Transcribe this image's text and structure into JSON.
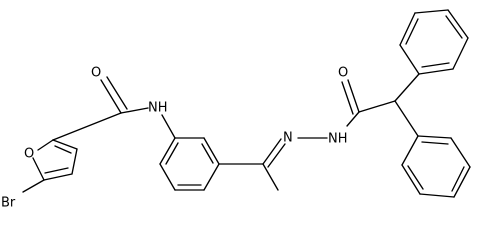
{
  "molecule": {
    "atom_labels": {
      "bromine": "Br",
      "furan_oxygen": "O",
      "amide_oxygen_left": "O",
      "amide_nh": "NH",
      "hydrazone_n": "N",
      "hydrazide_nh": "NH",
      "amide_oxygen_right": "O"
    }
  },
  "colors": {
    "bond": "#000000",
    "label": "#000000",
    "background": "#ffffff"
  }
}
